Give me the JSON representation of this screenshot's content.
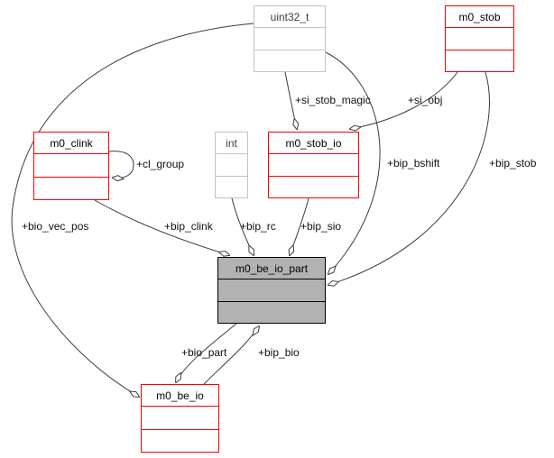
{
  "diagram": {
    "title": "m0_be_io_part collaboration diagram",
    "background": "#ffffff",
    "edge_color": "#3c3c3c",
    "colors": {
      "documented_node_border": "#ff0000",
      "plain_node_border": "#c2c2c2",
      "focus_node_fill": "#b2b2b2",
      "focus_node_border": "#000000"
    }
  },
  "nodes": {
    "uint32_t": {
      "label": "uint32_t"
    },
    "m0_stob": {
      "label": "m0_stob"
    },
    "m0_clink": {
      "label": "m0_clink"
    },
    "int": {
      "label": "int"
    },
    "m0_stob_io": {
      "label": "m0_stob_io"
    },
    "m0_be_io_part": {
      "label": "m0_be_io_part"
    },
    "m0_be_io": {
      "label": "m0_be_io"
    }
  },
  "edges": {
    "si_stob_magic": {
      "label": "+si_stob_magic",
      "from": "uint32_t",
      "to": "m0_stob_io",
      "kind": "aggregation"
    },
    "si_obj": {
      "label": "+si_obj",
      "from": "m0_stob",
      "to": "m0_stob_io",
      "kind": "aggregation"
    },
    "cl_group": {
      "label": "+cl_group",
      "from": "m0_clink",
      "to": "m0_clink",
      "kind": "aggregation"
    },
    "bip_bshift": {
      "label": "+bip_bshift",
      "from": "uint32_t",
      "to": "m0_be_io_part",
      "kind": "aggregation"
    },
    "bip_stob": {
      "label": "+bip_stob",
      "from": "m0_stob",
      "to": "m0_be_io_part",
      "kind": "aggregation"
    },
    "bio_vec_pos": {
      "label": "+bio_vec_pos",
      "from": "uint32_t",
      "to": "m0_be_io",
      "kind": "aggregation"
    },
    "bip_clink": {
      "label": "+bip_clink",
      "from": "m0_clink",
      "to": "m0_be_io_part",
      "kind": "aggregation"
    },
    "bip_rc": {
      "label": "+bip_rc",
      "from": "int",
      "to": "m0_be_io_part",
      "kind": "aggregation"
    },
    "bip_sio": {
      "label": "+bip_sio",
      "from": "m0_stob_io",
      "to": "m0_be_io_part",
      "kind": "aggregation"
    },
    "bio_part": {
      "label": "+bio_part",
      "from": "m0_be_io_part",
      "to": "m0_be_io",
      "kind": "aggregation"
    },
    "bip_bio": {
      "label": "+bip_bio",
      "from": "m0_be_io",
      "to": "m0_be_io_part",
      "kind": "aggregation"
    }
  }
}
